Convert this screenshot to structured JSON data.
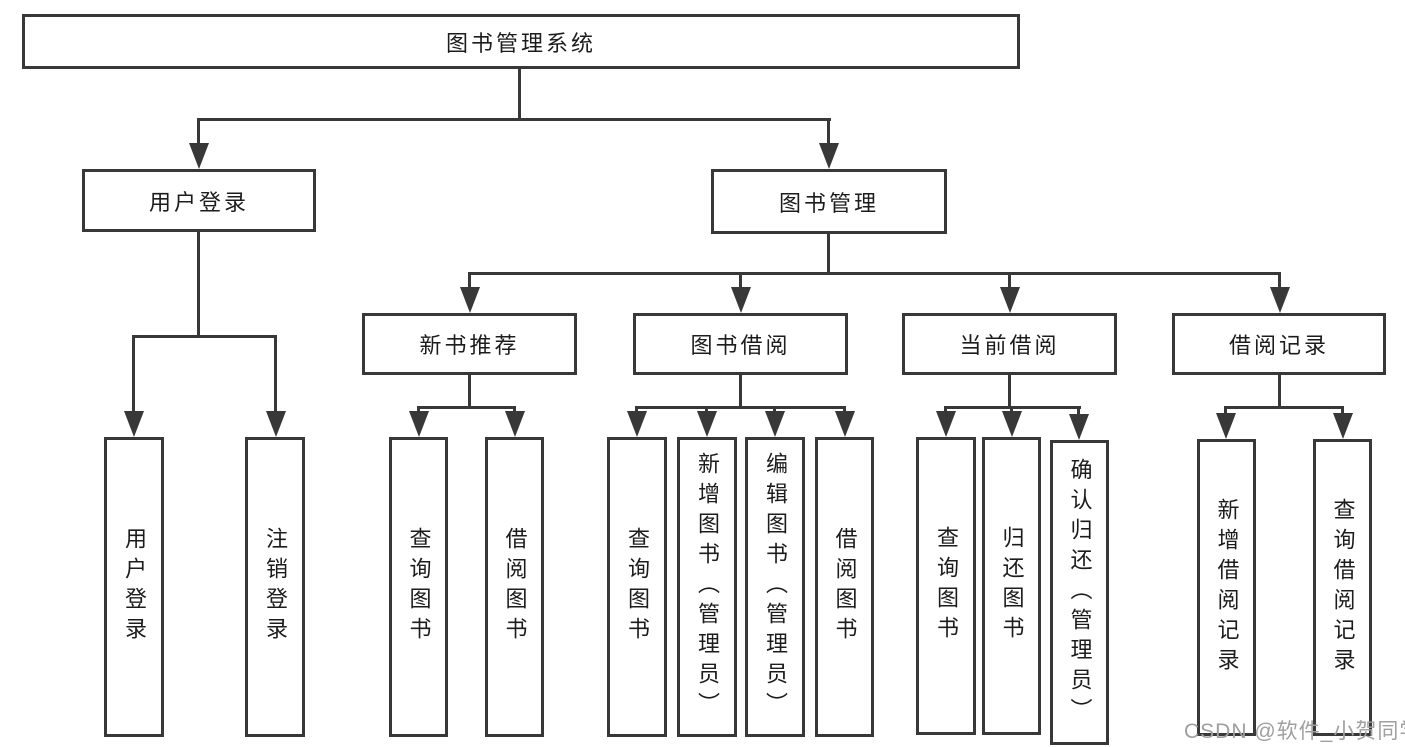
{
  "diagram_title": "图书管理系统",
  "watermark": "CSDN @软件_小贺同学",
  "colors": {
    "line": "#383838",
    "box_border": "#383838",
    "text": "#1c1c1c",
    "background": "#ffffff",
    "watermark": "#9f9f9f"
  },
  "nodes": {
    "root": {
      "label": "图书管理系统"
    },
    "user_login": {
      "label": "用户登录"
    },
    "book_mgmt": {
      "label": "图书管理"
    },
    "new_book_rec": {
      "label": "新书推荐"
    },
    "book_borrow": {
      "label": "图书借阅"
    },
    "current_borrow": {
      "label": "当前借阅"
    },
    "borrow_record": {
      "label": "借阅记录"
    },
    "leaf_user_login": {
      "label": "用户登录"
    },
    "leaf_logout": {
      "label": "注销登录"
    },
    "leaf_query_book_1": {
      "label": "查询图书"
    },
    "leaf_borrow_book_1": {
      "label": "借阅图书"
    },
    "leaf_query_book_2": {
      "label": "查询图书"
    },
    "leaf_add_book_admin": {
      "label": "新增图书（管理员）"
    },
    "leaf_edit_book_admin": {
      "label": "编辑图书（管理员）"
    },
    "leaf_borrow_book_2": {
      "label": "借阅图书"
    },
    "leaf_query_book_3": {
      "label": "查询图书"
    },
    "leaf_return_book": {
      "label": "归还图书"
    },
    "leaf_confirm_return_admin": {
      "label": "确认归还（管理员）"
    },
    "leaf_add_borrow_record": {
      "label": "新增借阅记录"
    },
    "leaf_query_borrow_record": {
      "label": "查询借阅记录"
    }
  },
  "hierarchy": {
    "图书管理系统": {
      "用户登录": [
        "用户登录",
        "注销登录"
      ],
      "图书管理": {
        "新书推荐": [
          "查询图书",
          "借阅图书"
        ],
        "图书借阅": [
          "查询图书",
          "新增图书（管理员）",
          "编辑图书（管理员）",
          "借阅图书"
        ],
        "当前借阅": [
          "查询图书",
          "归还图书",
          "确认归还（管理员）"
        ],
        "借阅记录": [
          "新增借阅记录",
          "查询借阅记录"
        ]
      }
    }
  }
}
